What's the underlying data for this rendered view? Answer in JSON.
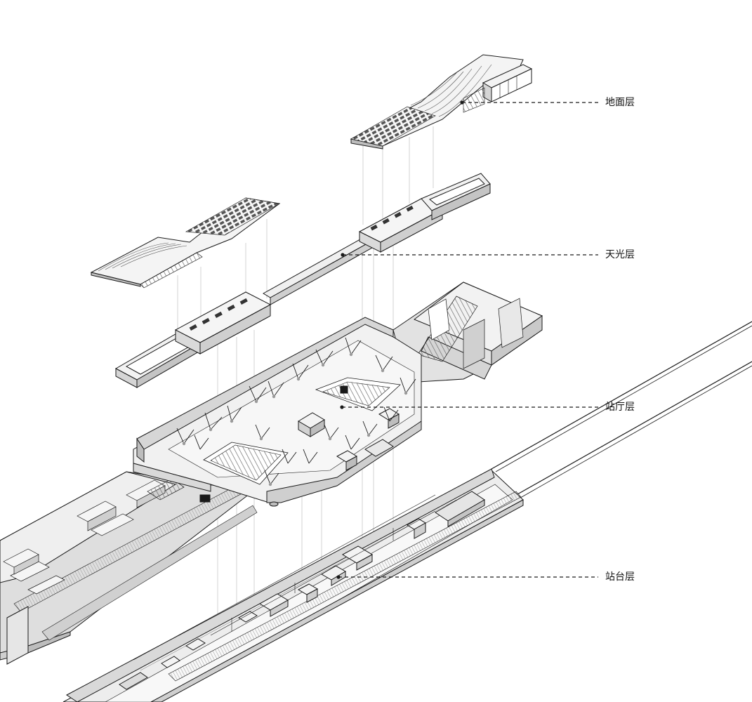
{
  "labels": {
    "ground": "地面层",
    "skylight": "天光层",
    "concourse": "站厅层",
    "platform": "站台层"
  },
  "colors": {
    "background": "#ffffff",
    "line": "#1a1a1a",
    "face_top": "#f3f3f3",
    "face_side": "#d9d9d9",
    "face_dark": "#bdbdbd",
    "hatch": "#6e6e6e",
    "thin": "#c8c8c8",
    "label_text": "#111111"
  }
}
